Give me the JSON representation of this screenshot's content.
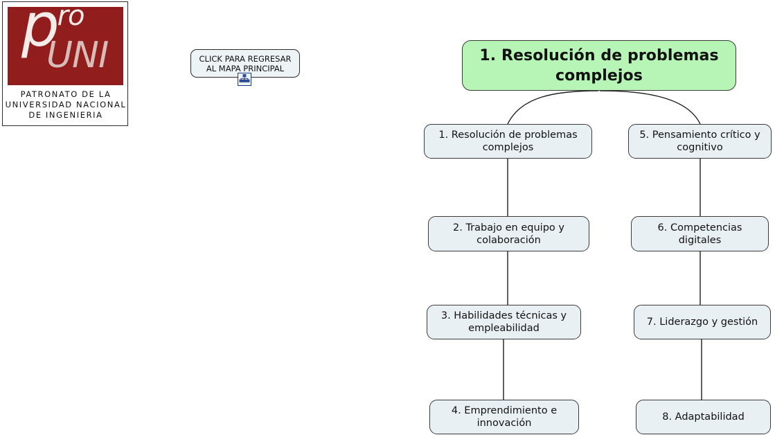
{
  "logo": {
    "name": "proUNI",
    "mark_pro": "p",
    "mark_ro": "ro",
    "mark_uni": "UNI",
    "caption_line1": "PATRONATO DE LA",
    "caption_line2": "UNIVERSIDAD NACIONAL",
    "caption_line3": "DE INGENIERIA",
    "background_color": "#921d1d"
  },
  "return_button": {
    "line1": "CLICK PARA REGRESAR",
    "line2": "AL MAPA PRINCIPAL",
    "icon": "org-chart-icon"
  },
  "map": {
    "root": {
      "label": "1. Resolución de problemas complejos",
      "fill_color": "#b6f5b6",
      "border_color": "#3a3a3a"
    },
    "node_fill_color": "#e9f0f3",
    "node_border_color": "#3a3a3a",
    "columns": [
      {
        "name": "left-column",
        "nodes": [
          {
            "label": "1. Resolución de problemas complejos"
          },
          {
            "label": "2. Trabajo en equipo y colaboración"
          },
          {
            "label": "3. Habilidades técnicas y empleabilidad"
          },
          {
            "label": "4. Emprendimiento e innovación"
          }
        ]
      },
      {
        "name": "right-column",
        "nodes": [
          {
            "label": "5. Pensamiento crítico y cognitivo"
          },
          {
            "label": "6. Competencias digitales"
          },
          {
            "label": "7. Liderazgo y gestión"
          },
          {
            "label": "8. Adaptabilidad"
          }
        ]
      }
    ]
  }
}
